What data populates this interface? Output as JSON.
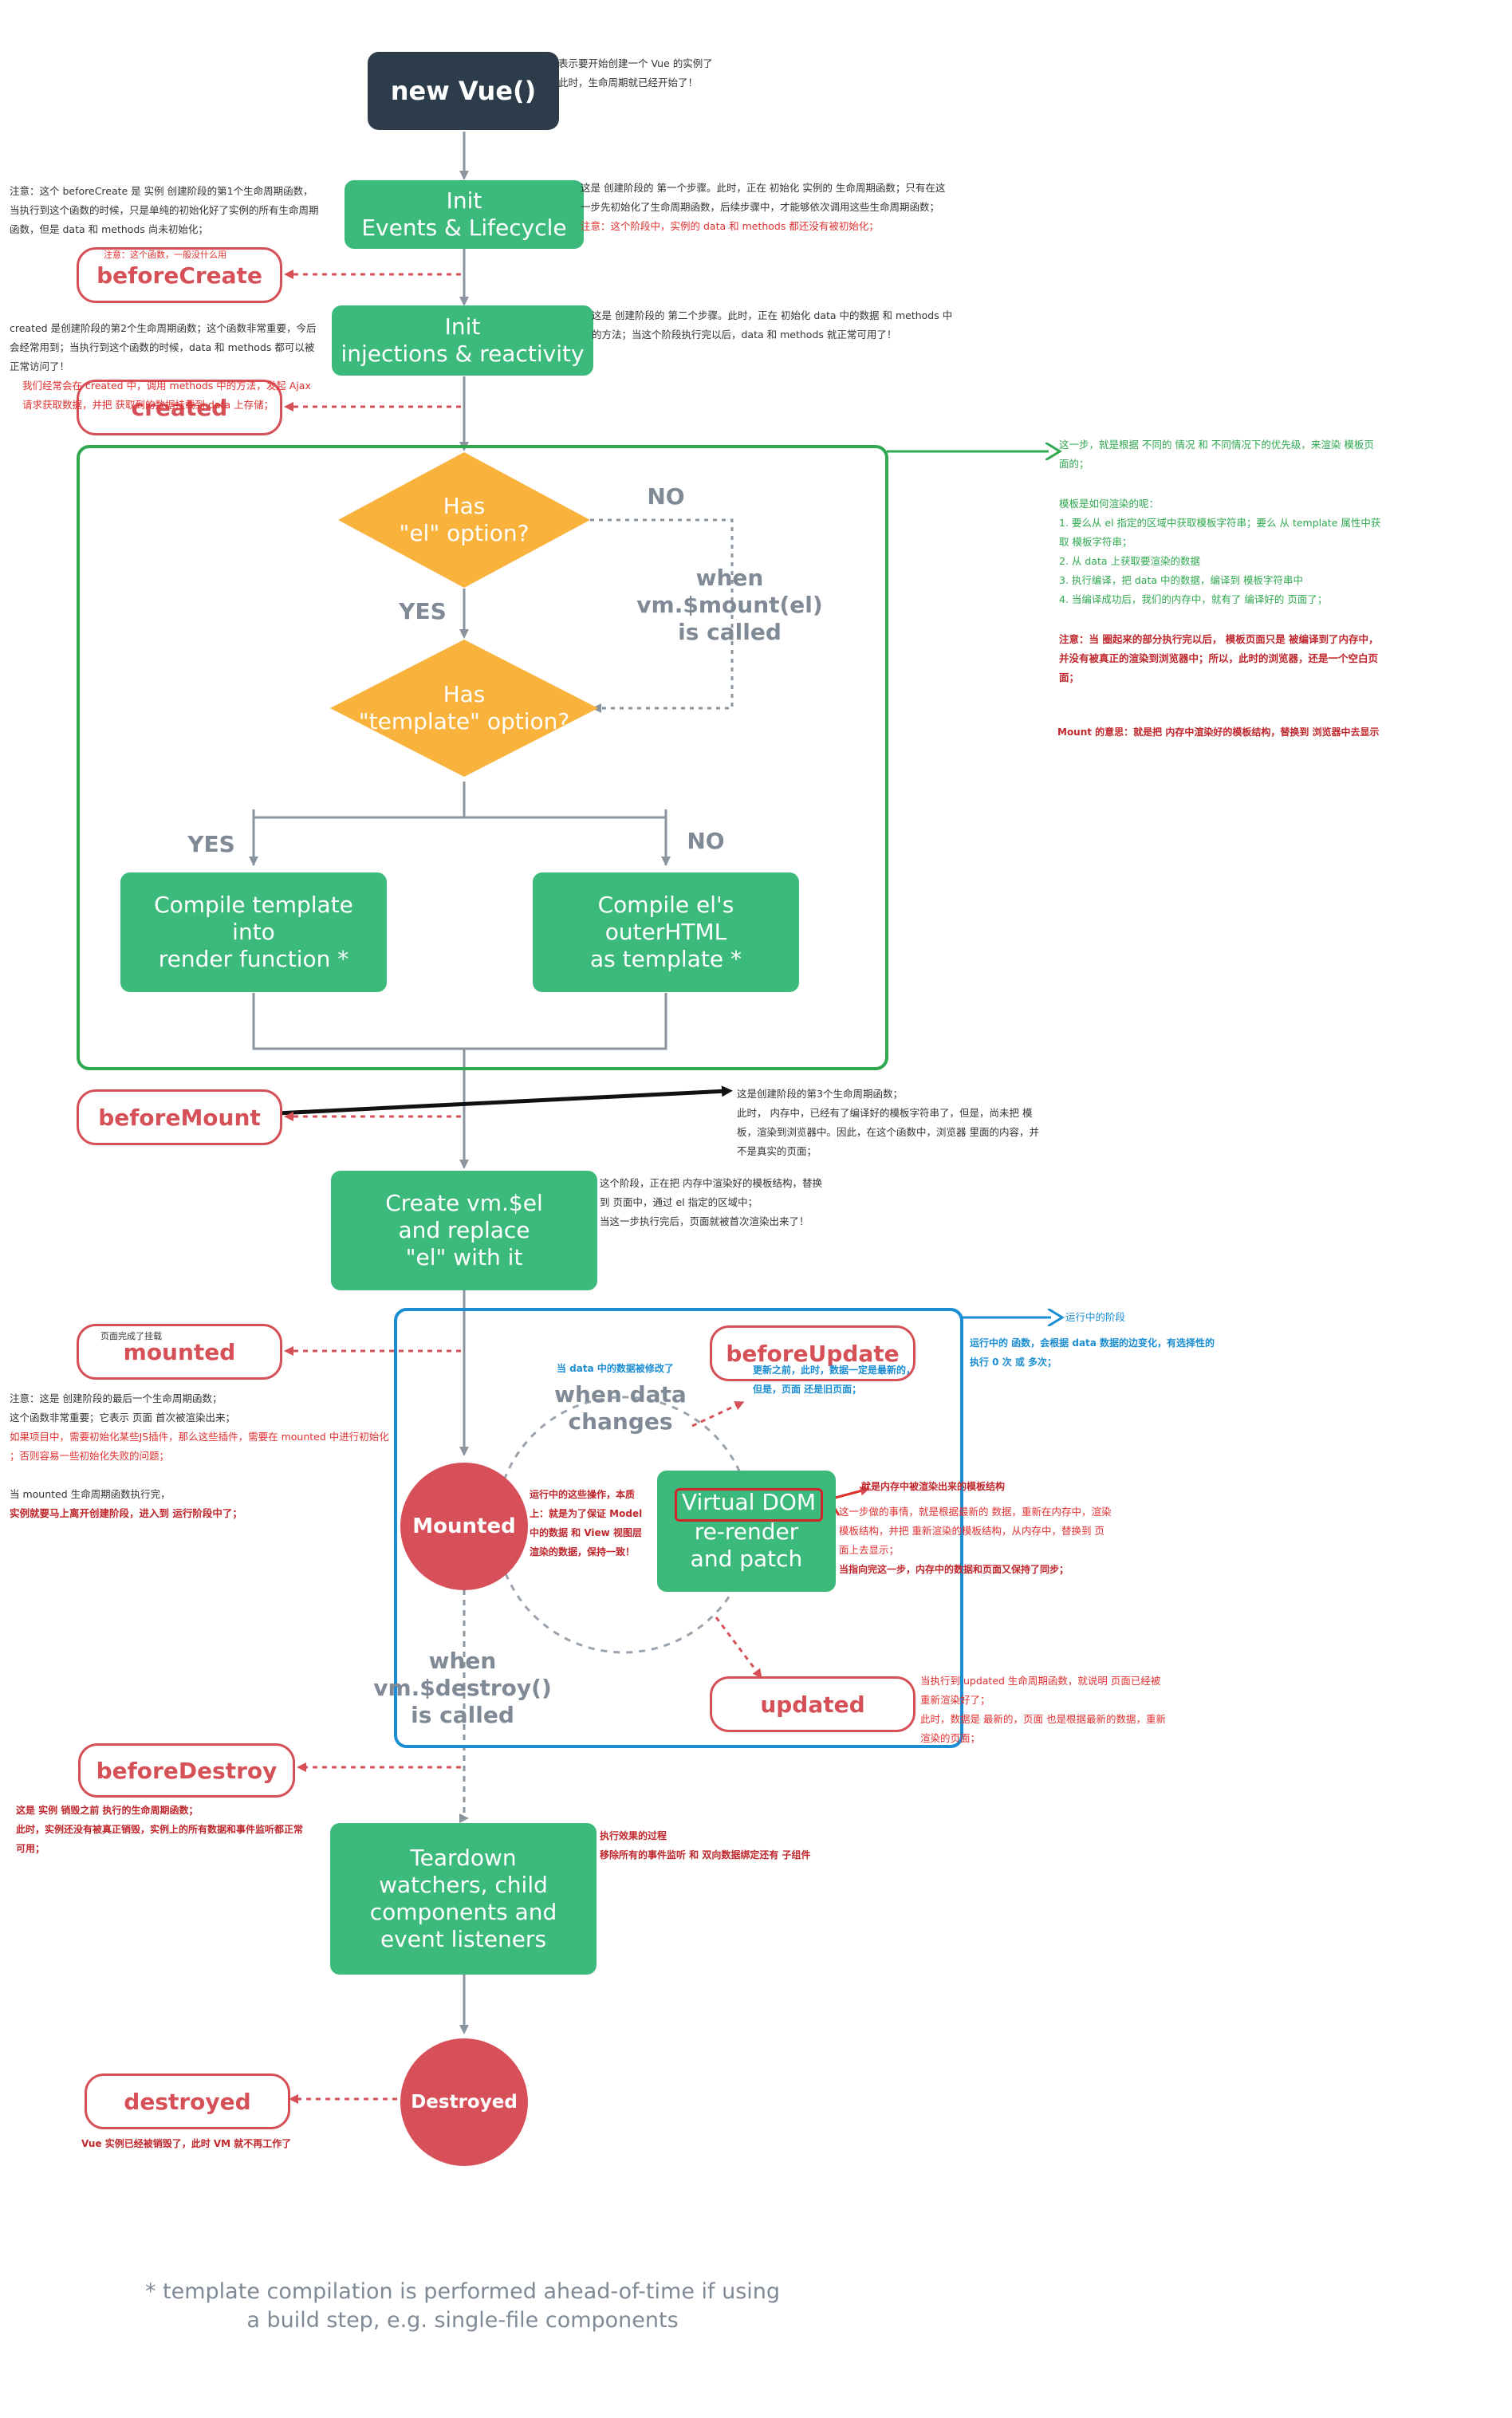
{
  "title": "new Vue()",
  "boxes": {
    "init_events": "Init\nEvents & Lifecycle",
    "init_injections": "Init\ninjections & reactivity",
    "compile_template": "Compile template\ninto\nrender function *",
    "compile_el": "Compile el's\nouterHTML\nas template *",
    "create_el": "Create vm.$el\nand replace\n\"el\" with it",
    "virtual_dom": "Virtual DOM",
    "rerender": "re-render\nand patch",
    "teardown": "Teardown\nwatchers, child\ncomponents and\nevent listeners"
  },
  "decisions": {
    "has_el": "Has\n\"el\" option?",
    "has_template": "Has\n\"template\" option?"
  },
  "labels": {
    "no1": "NO",
    "yes1": "YES",
    "when_mount": "when\nvm.$mount(el)\nis called",
    "yes2": "YES",
    "no2": "NO",
    "when_data": "when data\nchanges",
    "when_destroy": "when\nvm.$destroy()\nis called"
  },
  "circles": {
    "mounted": "Mounted",
    "destroyed": "Destroyed"
  },
  "hooks": {
    "beforeCreate": "beforeCreate",
    "created": "created",
    "beforeMount": "beforeMount",
    "mounted": "mounted",
    "beforeUpdate": "beforeUpdate",
    "updated": "updated",
    "beforeDestroy": "beforeDestroy",
    "destroyed": "destroyed"
  },
  "footnote": "* template compilation is performed ahead-of-time if using\na build step, e.g. single-file components",
  "notes": {
    "new_vue": "表示要开始创建一个 Vue 的实例了\n此时，生命周期就已经开始了！",
    "before_create_left": "注意：这个 beforeCreate 是 实例 创建阶段的第1个生命周期函数，\n当执行到这个函数的时候，只是单纯的初始化好了实例的所有生命周期\n函数，但是 data 和 methods 尚未初始化；",
    "before_create_small": "注意：这个函数，一般没什么用",
    "init_events_right": "这是 创建阶段的 第一个步骤。此时，正在 初始化 实例的 生命周期函数；只有在这\n一步先初始化了生命周期函数，后续步骤中，才能够依次调用这些生命周期函数；",
    "init_events_right_red": "注意：这个阶段中，实例的 data 和 methods 都还没有被初始化；",
    "init_injections_right": "这是 创建阶段的 第二个步骤。此时，正在 初始化 data 中的数据 和 methods 中\n的方法；当这个阶段执行完以后，data 和 methods 就正常可用了！",
    "created_left": "created 是创建阶段的第2个生命周期函数；这个函数非常重要，今后\n会经常用到；当执行到这个函数的时候，data 和 methods 都可以被\n正常访问了！",
    "created_left_red": "我们经常会在 created 中，调用 methods 中的方法，发起 Ajax\n请求获取数据，并把 获取到的数据挂载到 data 上存储；",
    "template_right_1": "这一步，就是根据 不同的 情况 和 不同情况下的优先级，来渲染 模板页\n面的；",
    "template_right_2": "模板是如何渲染的呢：\n1. 要么从 el 指定的区域中获取模板字符串；要么 从 template 属性中获\n取 模板字符串；\n2. 从 data 上获取要渲染的数据\n3. 执行编译，把 data 中的数据，编译到 模板字符串中\n4. 当编译成功后，我们的内存中，就有了 编译好的 页面了；",
    "template_right_red": "注意：当 圈起来的部分执行完以后， 模板页面只是 被编译到了内存中，\n并没有被真正的渲染到浏览器中；所以，此时的浏览器，还是一个空白页\n面；",
    "template_right_mount": "Mount 的意思：就是把 内存中渲染好的模板结构，替换到 浏览器中去显示",
    "before_mount_right": "这是创建阶段的第3个生命周期函数；\n此时， 内存中，已经有了编译好的模板字符串了，但是，尚未把 模\n板，渲染到浏览器中。因此，在这个函数中，浏览器 里面的内容，并\n不是真实的页面；",
    "create_el_right": "这个阶段，正在把 内存中渲染好的模板结构，替换\n到 页面中，通过 el 指定的区域中；\n当这一步执行完后，页面就被首次渲染出来了！",
    "mounted_small": "页面完成了挂载",
    "mounted_left": "注意：这是 创建阶段的最后一个生命周期函数；\n这个函数非常重要；它表示 页面 首次被渲染出来；",
    "mounted_left_red": "如果项目中，需要初始化某些JS插件，那么这些插件，需要在 mounted 中进行初始化\n；否则容易一些初始化失败的问题；",
    "mounted_left_2": "当 mounted 生命周期函数执行完，",
    "mounted_left_2_red": "实例就要马上离开创建阶段，进入到 运行阶段中了；",
    "run_stage": "运行中的阶段",
    "run_stage_desc": "运行中的 函数，会根据 data 数据的边变化，有选择性的\n执行 0 次 或 多次；",
    "data_changed": "当 data 中的数据被修改了",
    "before_update_desc": "更新之前，此时，数据一定是最新的，\n但是，页面 还是旧页面；",
    "mounted_circle_note": "运行中的这些操作，本质\n上：就是为了保证 Model\n中的数据 和 View 视图层\n渲染的数据，保持一致！",
    "vdom_note": "就是内存中被渲染出来的模板结构",
    "rerender_note": "这一步做的事情，就是根据最新的 数据，重新在内存中，渲染\n模板结构，并把 重新渲染的模板结构，从内存中，替换到 页\n面上去显示；",
    "rerender_note_red": "当指向完这一步，内存中的数据和页面又保持了同步；",
    "updated_note": "当执行到 updated 生命周期函数，就说明 页面已经被\n重新渲染好了；\n此时，数据是 最新的，页面 也是根据最新的数据，重新\n渲染的页面；",
    "before_destroy_note": "这是 实例 销毁之前 执行的生命周期函数；\n此时，实例还没有被真正销毁，实例上的所有数据和事件监听都正常\n可用；",
    "teardown_note": "执行效果的过程\n移除所有的事件监听 和 双向数据绑定还有 子组件",
    "destroyed_note": "Vue 实例已经被销毁了，此时 VM 就不再工作了"
  },
  "colors": {
    "green_box": "#3cba7c",
    "dark_box": "#2d3c4b",
    "hook_red": "#d65058",
    "diamond": "#f9b23c",
    "circle_red": "#d75059",
    "frame_green": "#2fa84f",
    "frame_blue": "#1b8ed3",
    "connector_gray": "#8a949e"
  }
}
